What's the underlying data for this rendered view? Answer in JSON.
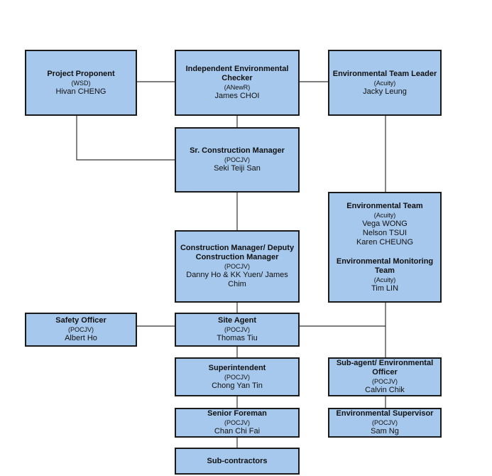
{
  "nodes": {
    "project_proponent": {
      "title": "Project Proponent",
      "org": "(WSD)",
      "person": "Hivan CHENG"
    },
    "iec": {
      "title": "Independent Environmental Checker",
      "org": "(ANewR)",
      "person": "James CHOI"
    },
    "etl": {
      "title": "Environmental Team Leader",
      "org": "(Acuity)",
      "person": "Jacky Leung"
    },
    "scm": {
      "title": "Sr. Construction Manager",
      "org": "(POCJV)",
      "person": "Seki Teiji San"
    },
    "env_team": {
      "title": "Environmental Team",
      "org": "(Acuity)",
      "members": [
        "Vega WONG",
        "Nelson TSUI",
        "Karen CHEUNG"
      ],
      "monitoring_title": "Environmental Monitoring Team",
      "monitoring_org": "(Acuity)",
      "monitoring_person": "Tim LIN"
    },
    "cm": {
      "title": "Construction Manager/ Deputy Construction Manager",
      "org": "(POCJV)",
      "person": "Danny Ho & KK Yuen/ James Chim"
    },
    "safety": {
      "title": "Safety Officer",
      "org": "(POCJV)",
      "person": "Albert Ho"
    },
    "site_agent": {
      "title": "Site Agent",
      "org": "(POCJV)",
      "person": "Thomas Tiu"
    },
    "superintendent": {
      "title": "Superintendent",
      "org": "(POCJV)",
      "person": "Chong Yan Tin"
    },
    "sub_agent": {
      "title": "Sub-agent/ Environmental Officer",
      "org": "(POCJV)",
      "person": "Calvin Chik"
    },
    "senior_foreman": {
      "title": "Senior Foreman",
      "org": "(POCJV)",
      "person": "Chan Chi Fai"
    },
    "env_supervisor": {
      "title": "Environmental Supervisor",
      "org": "(POCJV)",
      "person": "Sam Ng"
    },
    "subcontractors": {
      "title": "Sub-contractors"
    }
  },
  "colors": {
    "box_fill": "#a6c8ec",
    "border": "#1a1a1a",
    "line": "#333333"
  }
}
